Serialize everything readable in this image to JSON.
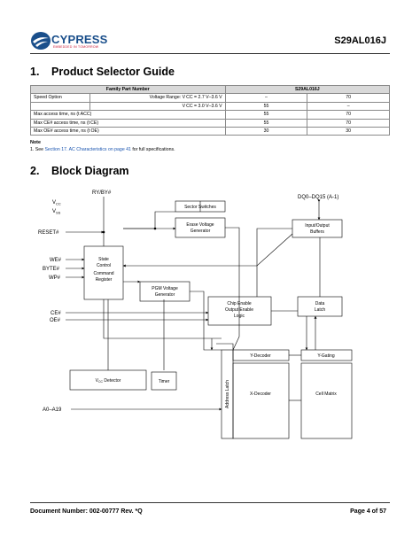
{
  "header": {
    "logo_word": "CYPRESS",
    "logo_tagline": "EMBEDDED IN TOMORROW",
    "doc_title": "S29AL016J"
  },
  "section1": {
    "number": "1.",
    "title": "Product Selector Guide",
    "table": {
      "header": [
        "Family Part Number",
        "S29AL016J"
      ],
      "rows": [
        {
          "label": "Speed Option",
          "cond": "Voltage Range: V CC = 2.7 V–3.6 V",
          "v1": "–",
          "v2": "70"
        },
        {
          "label": "",
          "cond": "V CC = 3.0 V–3.6 V",
          "v1": "55",
          "v2": "–"
        },
        {
          "label": "Max access time, ns (t ACC)",
          "cond": "",
          "v1": "55",
          "v2": "70"
        },
        {
          "label": "Max CE# access time, ns (t CE)",
          "cond": "",
          "v1": "55",
          "v2": "70"
        },
        {
          "label": "Max OE# access time, ns (t OE)",
          "cond": "",
          "v1": "30",
          "v2": "30"
        }
      ]
    },
    "note_heading": "Note",
    "note_prefix": "1.  See ",
    "note_link": "Section 17. AC Characteristics on page 41",
    "note_suffix": " for full specifications."
  },
  "section2": {
    "number": "2.",
    "title": "Block Diagram",
    "diagram": {
      "vcc": "V",
      "vcc_sub": "CC",
      "vss": "V",
      "vss_sub": "SS",
      "ryby": "RY/BY#",
      "reset": "RESET#",
      "we": "WE#",
      "byte": "BYTE#",
      "wp": "WP#",
      "ce": "CE#",
      "oe": "OE#",
      "addr": "A0–A19",
      "dq": "DQ0–DQ15 (A-1)",
      "sector_switches": "Sector Switches",
      "erase_voltage": [
        "Erase Voltage",
        "Generator"
      ],
      "io_buffers": [
        "Input/Output",
        "Buffers"
      ],
      "state_control": [
        "State",
        "Control",
        "",
        "Command",
        "Register"
      ],
      "pgm_voltage": [
        "PGM Voltage",
        "Generator"
      ],
      "chip_enable": [
        "Chip Enable",
        "Output Enable",
        "Logic"
      ],
      "data_latch": [
        "Data",
        "Latch"
      ],
      "y_decoder": "Y-Decoder",
      "y_gating": "Y-Gating",
      "x_decoder": "X-Decoder",
      "cell_matrix": "Cell Matrix",
      "address_latch": "Address Latch",
      "vcc_detector": "V",
      "vcc_detector_sub": "CC",
      "vcc_detector_rest": " Detector",
      "timer": "Timer"
    }
  },
  "footer": {
    "doc_number": "Document Number: 002-00777 Rev. *Q",
    "page": "Page 4 of 57"
  }
}
